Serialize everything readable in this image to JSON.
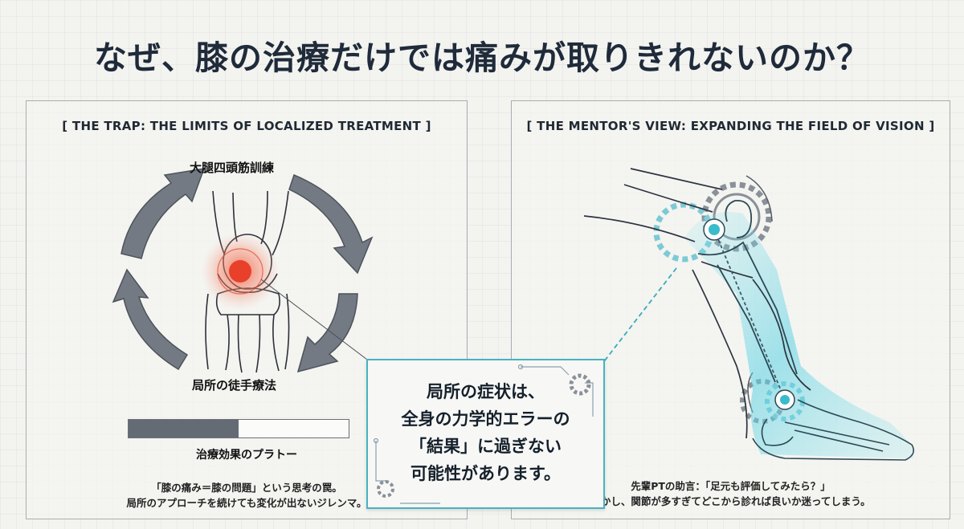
{
  "title": "なぜ、膝の治療だけでは痛みが取りきれないのか？",
  "left_panel": {
    "heading": "[ THE TRAP: THE LIMITS OF LOCALIZED TREATMENT ]",
    "cycle_top_label": "大腿四頭筋訓練",
    "cycle_bottom_label": "局所の徒手療法",
    "progress_label": "治療効果のプラトー",
    "progress_fraction": 0.5,
    "caption_line1": "「膝の痛み＝膝の問題」という思考の罠。",
    "caption_line2": "局所のアプローチを続けても変化が出ないジレンマ。"
  },
  "callout": {
    "line1": "局所の症状は、",
    "line2": "全身の力学的エラーの",
    "line3": "「結果」に過ぎない",
    "line4": "可能性があります。"
  },
  "right_panel": {
    "heading": "[ THE MENTOR'S VIEW: EXPANDING THE FIELD OF VISION ]",
    "caption_line1": "先輩PTの助言：「足元も評価してみたら？」",
    "caption_line2": "しかし、関節が多すぎてどこから診れば良いか迷ってしまう。"
  },
  "colors": {
    "accent_teal": "#45b3c2",
    "pain_red": "#e8402a",
    "arrow_gray": "#6e747c",
    "text_dark": "#1f2b3a"
  }
}
